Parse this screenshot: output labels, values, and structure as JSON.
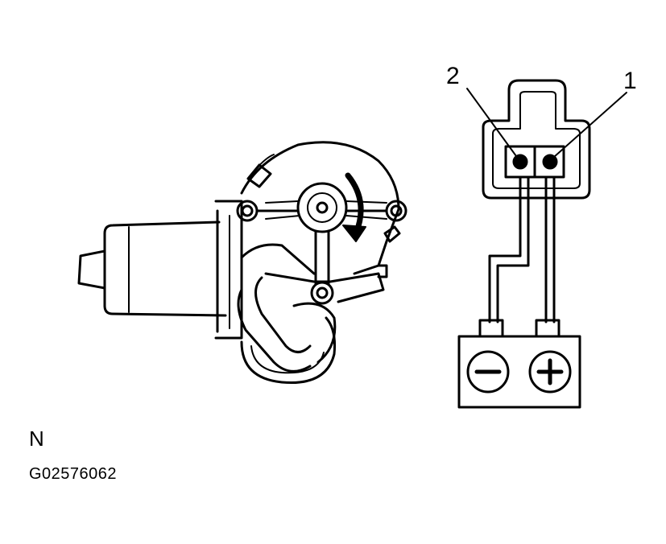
{
  "figure": {
    "terminal_labels": {
      "terminal_2": "2",
      "terminal_1": "1"
    },
    "battery": {
      "negative_symbol": "−",
      "positive_symbol": "+"
    },
    "view_letter": "N",
    "figure_code": "G02576062",
    "colors": {
      "line": "#000000",
      "background": "#ffffff"
    },
    "icons": [
      "motor-icon",
      "rotation-arrow-icon",
      "connector-icon",
      "battery-icon"
    ]
  }
}
